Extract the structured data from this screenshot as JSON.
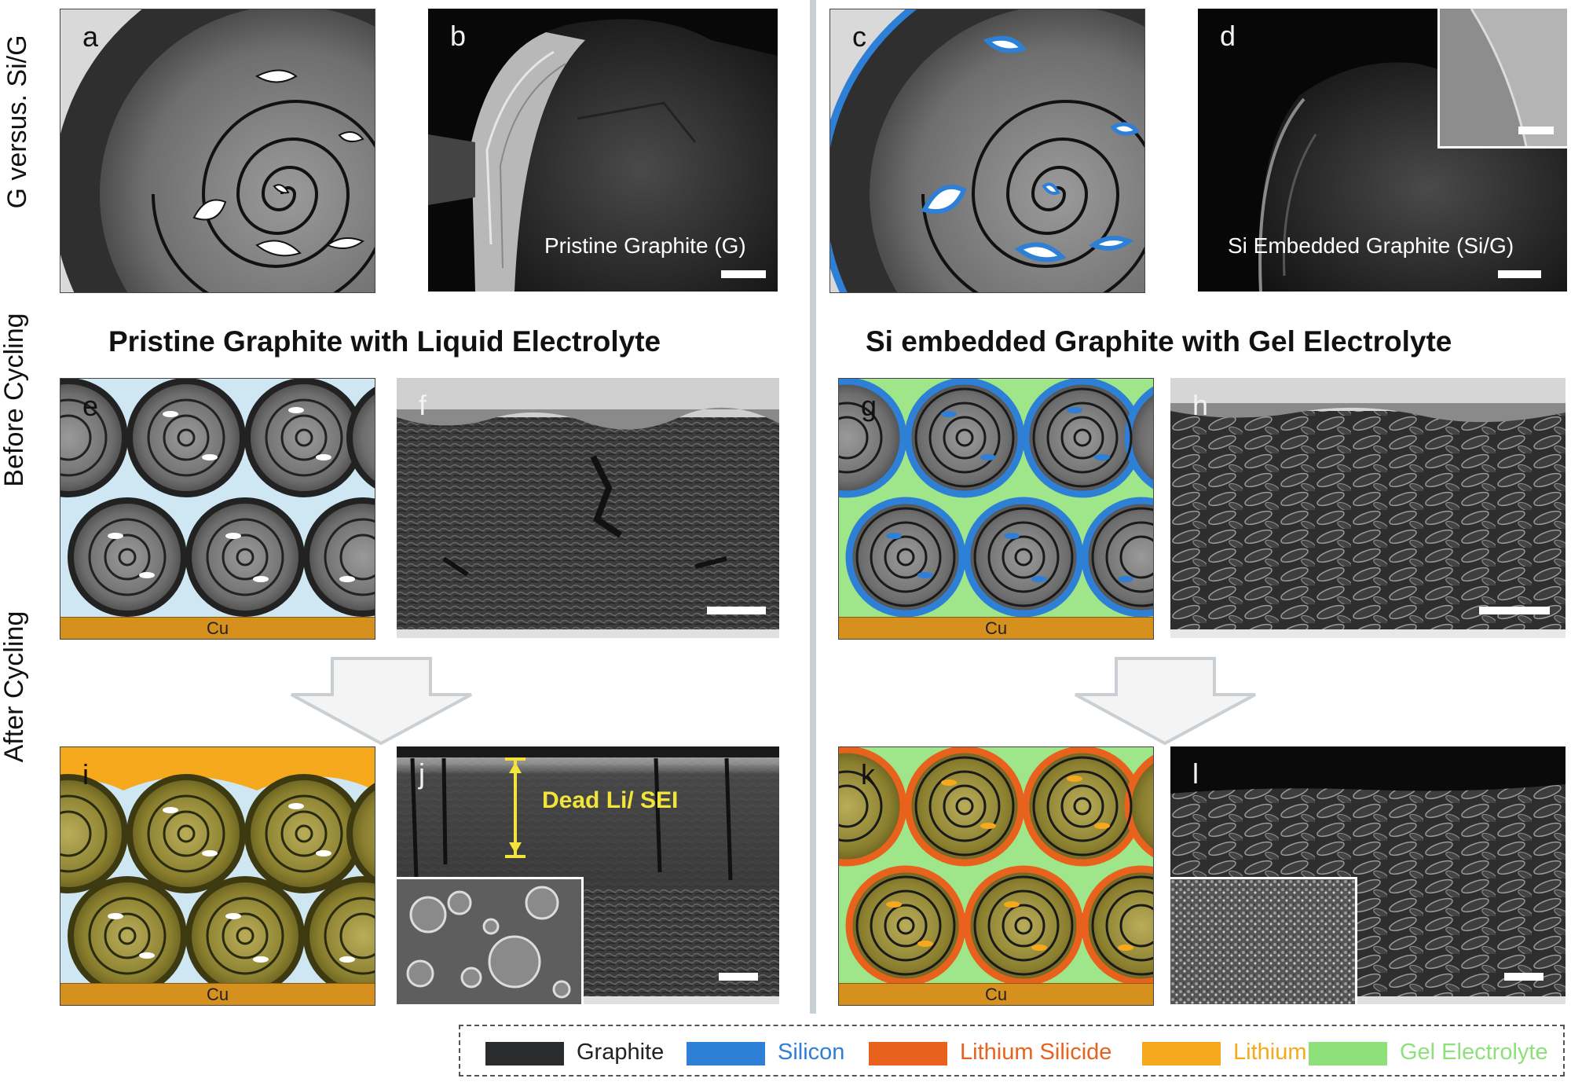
{
  "row_labels": {
    "top": "G versus. Si/G",
    "middle": "Before Cycling",
    "bottom": "After Cycling"
  },
  "headings": {
    "left": "Pristine Graphite with Liquid Electrolyte",
    "right": "Si embedded Graphite with Gel Electrolyte"
  },
  "panels": {
    "a": "a",
    "b": "b",
    "c": "c",
    "d": "d",
    "e": "e",
    "f": "f",
    "g": "g",
    "h": "h",
    "i": "i",
    "j": "j",
    "k": "k",
    "l": "l"
  },
  "captions": {
    "b": "Pristine Graphite (G)",
    "d": "Si Embedded Graphite (Si/G)",
    "j": "Dead Li/ SEI"
  },
  "substrate_label": "Cu",
  "legend": [
    {
      "label": "Graphite",
      "color": "#2a2c2e"
    },
    {
      "label": "Silicon",
      "color": "#2e7fd6"
    },
    {
      "label": "Lithium Silicide",
      "color": "#e8621e"
    },
    {
      "label": "Lithium",
      "color": "#f6a91c"
    },
    {
      "label": "Gel Electrolyte",
      "color": "#8ee07a"
    }
  ]
}
